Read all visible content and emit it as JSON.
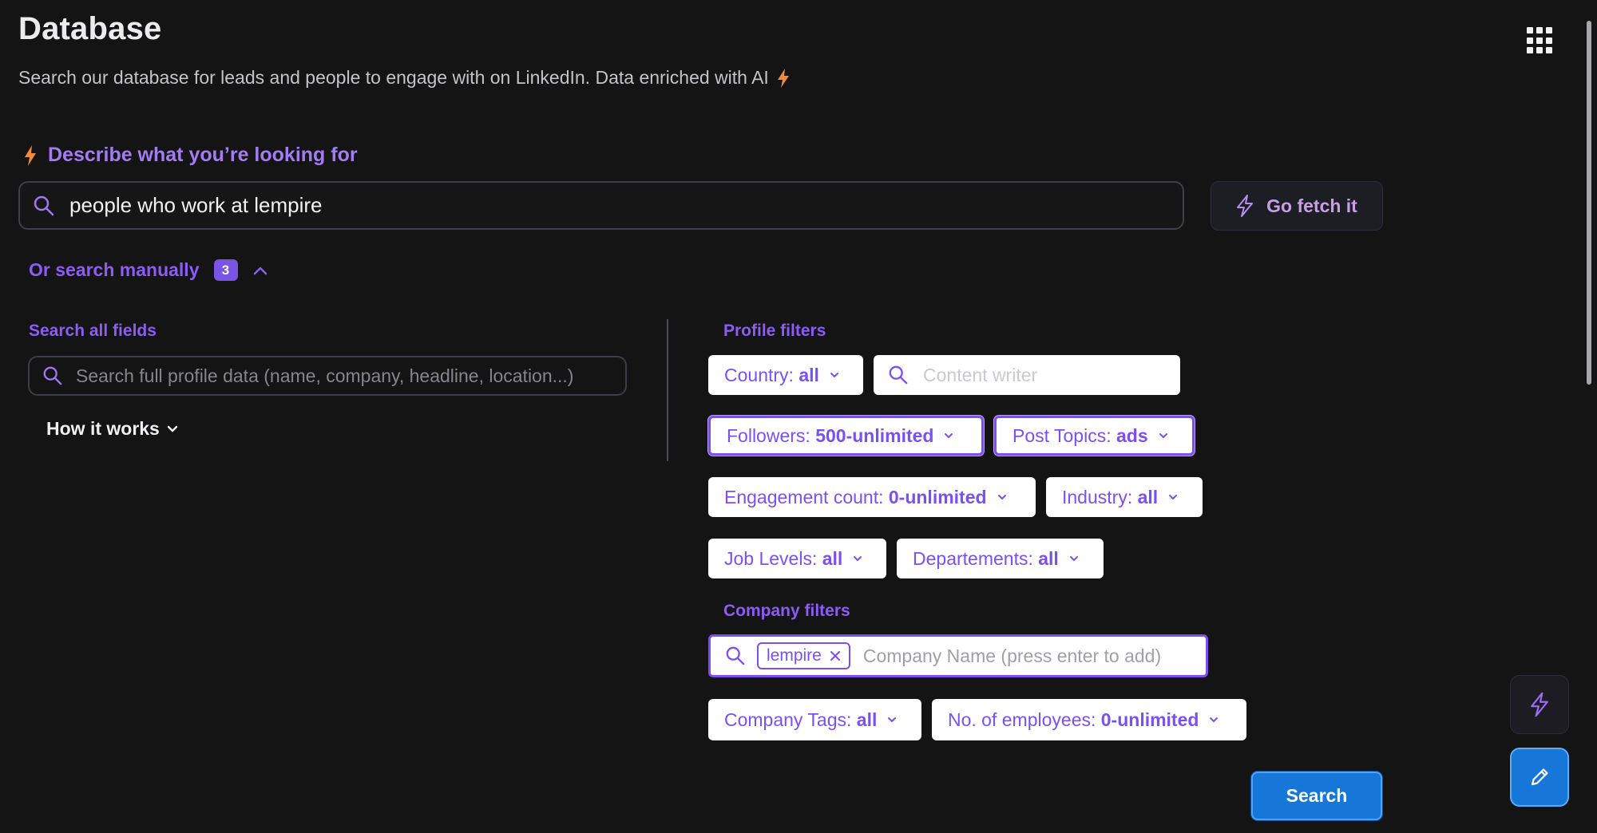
{
  "header": {
    "title": "Database",
    "subtitle": "Search our database for leads and people to engage with on LinkedIn. Data enriched with AI"
  },
  "ai_search": {
    "heading": "Describe what you’re looking for",
    "query": "people who work at lempire",
    "button_label": "Go fetch it"
  },
  "manual": {
    "toggle_label": "Or search manually",
    "badge_count": "3",
    "search_all_label": "Search all fields",
    "search_all_placeholder": "Search full profile data (name, company, headline, location...)",
    "how_it_works": "How it works"
  },
  "profile_filters": {
    "label": "Profile filters",
    "country": {
      "key": "Country:",
      "value": "all"
    },
    "search_placeholder": "Content writer",
    "followers": {
      "key": "Followers:",
      "value": "500-unlimited"
    },
    "post_topics": {
      "key": "Post Topics:",
      "value": "ads"
    },
    "engagement": {
      "key": "Engagement count:",
      "value": "0-unlimited"
    },
    "industry": {
      "key": "Industry:",
      "value": "all"
    },
    "job_levels": {
      "key": "Job Levels:",
      "value": "all"
    },
    "departments": {
      "key": "Departements:",
      "value": "all"
    }
  },
  "company_filters": {
    "label": "Company filters",
    "tag": "lempire",
    "company_placeholder": "Company Name (press enter to add)",
    "company_tags": {
      "key": "Company Tags:",
      "value": "all"
    },
    "employees": {
      "key": "No. of employees:",
      "value": "0-unlimited"
    }
  },
  "actions": {
    "search_label": "Search"
  },
  "colors": {
    "accent": "#8b5cf6",
    "primary": "#1677d9",
    "background": "#141414"
  }
}
